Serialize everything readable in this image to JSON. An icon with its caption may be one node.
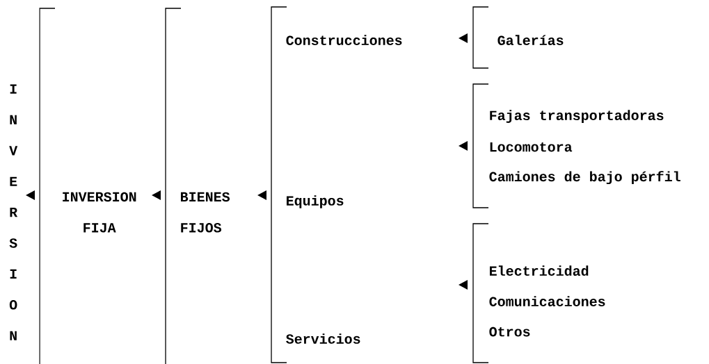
{
  "diagram": {
    "labels": [
      "I N V E R S I O N",
      "INVERSION FIJA",
      "BIENES FIJOS",
      "Construcciones",
      "Equipos",
      "Servicios",
      "Galerías",
      "Fajas transportadoras",
      "Locomotora",
      "Camiones de bajo pérfil",
      "Electricidad",
      "Comunicaciones",
      "Otros"
    ]
  }
}
